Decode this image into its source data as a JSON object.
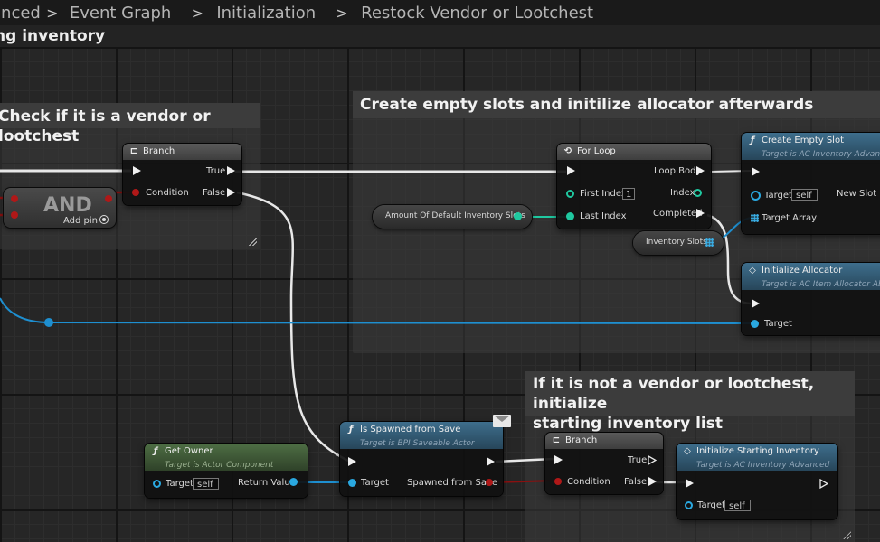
{
  "breadcrumb": {
    "items": [
      "anced",
      "Event Graph",
      "Initialization",
      "Restock Vendor or Lootchest"
    ],
    "separator": ">"
  },
  "sub_title": "ng inventory",
  "comments": {
    "check_vendor": "Check if it is a vendor or lootchest",
    "create_slots": "Create empty slots and initilize allocator afterwards",
    "not_vendor_line1": "If it is not a vendor or lootchest, initialize",
    "not_vendor_line2": "starting inventory list"
  },
  "nodes": {
    "branch1": {
      "title": "Branch",
      "icon": "branch-icon",
      "true_label": "True",
      "condition_label": "Condition",
      "false_label": "False"
    },
    "and_node": {
      "title": "AND",
      "add_pin_label": "Add pin",
      "add_pin_icon": "plus-circle-icon"
    },
    "for_loop": {
      "title": "For Loop",
      "icon": "loop-icon",
      "first_index_label": "First Index",
      "first_index_value": "1",
      "last_index_label": "Last Index",
      "loop_body_label": "Loop Body",
      "index_label": "Index",
      "completed_label": "Completed"
    },
    "amount_var": {
      "label": "Amount Of Default Inventory Slots"
    },
    "inventory_slots_var": {
      "label": "Inventory Slots"
    },
    "create_empty_slot": {
      "title": "Create Empty Slot",
      "subtitle": "Target is AC Inventory Advanced",
      "target_label": "Target",
      "target_value": "self",
      "new_slot_label": "New Slot In",
      "target_array_label": "Target Array",
      "icon": "function-icon"
    },
    "init_allocator": {
      "title": "Initialize Allocator",
      "subtitle": "Target is AC Item Allocator Abstr",
      "target_label": "Target",
      "icon": "diamond-icon"
    },
    "get_owner": {
      "title": "Get Owner",
      "subtitle": "Target is Actor Component",
      "target_label": "Target",
      "target_value": "self",
      "return_label": "Return Value",
      "icon": "function-icon"
    },
    "is_spawned": {
      "title": "Is Spawned from Save",
      "subtitle": "Target is BPI Saveable Actor",
      "target_label": "Target",
      "output_label": "Spawned from Save",
      "icon": "function-icon",
      "badge_icon": "message-icon"
    },
    "branch2": {
      "title": "Branch",
      "icon": "branch-icon",
      "true_label": "True",
      "condition_label": "Condition",
      "false_label": "False"
    },
    "init_starting": {
      "title": "Initialize Starting Inventory",
      "subtitle": "Target is AC Inventory Advanced",
      "target_label": "Target",
      "target_value": "self",
      "icon": "diamond-icon"
    }
  },
  "colors": {
    "exec_wire": "#f0f0f0",
    "object_wire": "#1e8fd0",
    "int_wire": "#1fc8a0",
    "bool_wire": "#8a1010"
  }
}
